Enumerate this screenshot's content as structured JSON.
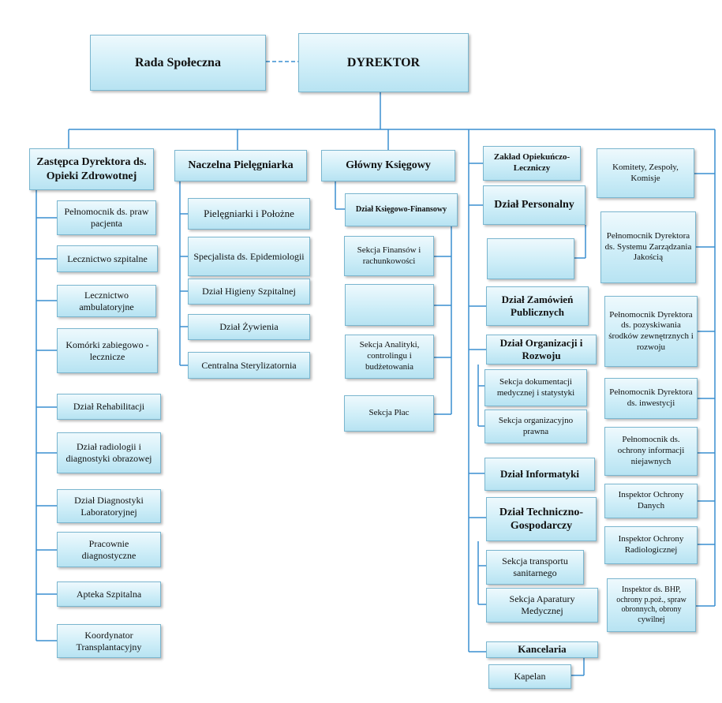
{
  "top": {
    "rada": "Rada Społeczna",
    "dyrektor": "DYREKTOR"
  },
  "col1": {
    "head": "Zastępca Dyrektora ds. Opieki Zdrowotnej",
    "items": [
      "Pełnomocnik ds. praw pacjenta",
      "Lecznictwo szpitalne",
      "Lecznictwo ambulatoryjne",
      "Komórki zabiegowo - lecznicze",
      "Dział Rehabilitacji",
      "Dział radiologii i diagnostyki obrazowej",
      "Dział Diagnostyki Laboratoryjnej",
      "Pracownie diagnostyczne",
      "Apteka Szpitalna",
      "Koordynator Transplantacyjny"
    ]
  },
  "col2": {
    "head": "Naczelna Pielęgniarka",
    "items": [
      "Pielęgniarki i Położne",
      "Specjalista ds. Epidemiologii",
      "Dział Higieny Szpitalnej",
      "Dział Żywienia",
      "Centralna Sterylizatornia"
    ]
  },
  "col3": {
    "head": "Główny Księgowy",
    "sub": "Dział Księgowo-Finansowy",
    "items": [
      "Sekcja Finansów i rachunkowości",
      "",
      "Sekcja Analityki, controlingu i budżetowania",
      "Sekcja Płac"
    ]
  },
  "col4": {
    "zol": "Zakład Opiekuńczo-Leczniczy",
    "personalny": "Dział Personalny",
    "empty": "",
    "zamowien": "Dział Zamówień Publicznych",
    "organizacji": "Dział Organizacji i Rozwoju",
    "sekcja_dok": "Sekcja dokumentacji medycznej i statystyki",
    "sekcja_org": "Sekcja organizacyjno prawna",
    "informatyki": "Dział Informatyki",
    "techniczny": "Dział Techniczno-Gospodarczy",
    "transport": "Sekcja transportu sanitarnego",
    "aparatura": "Sekcja Aparatury Medycznej",
    "kancelaria": "Kancelaria",
    "kapelan": "Kapelan"
  },
  "col5": {
    "items": [
      "Komitety, Zespoły, Komisje",
      "Pełnomocnik Dyrektora ds. Systemu Zarządzania Jakością",
      "Pełnomocnik Dyrektora ds. pozyskiwania środków zewnętrznych i rozwoju",
      "Pełnomocnik Dyrektora ds. inwestycji",
      "Pełnomocnik ds. ochrony informacji niejawnych",
      "Inspektor Ochrony Danych",
      "Inspektor Ochrony Radiologicznej",
      "Inspektor ds. BHP, ochrony p.poż., spraw obronnych, obrony cywilnej"
    ]
  },
  "colors": {
    "line": "#3a8fd0",
    "box_top": "#eef9fd",
    "box_bottom": "#b7e3f2",
    "border": "#7ab6cf"
  }
}
